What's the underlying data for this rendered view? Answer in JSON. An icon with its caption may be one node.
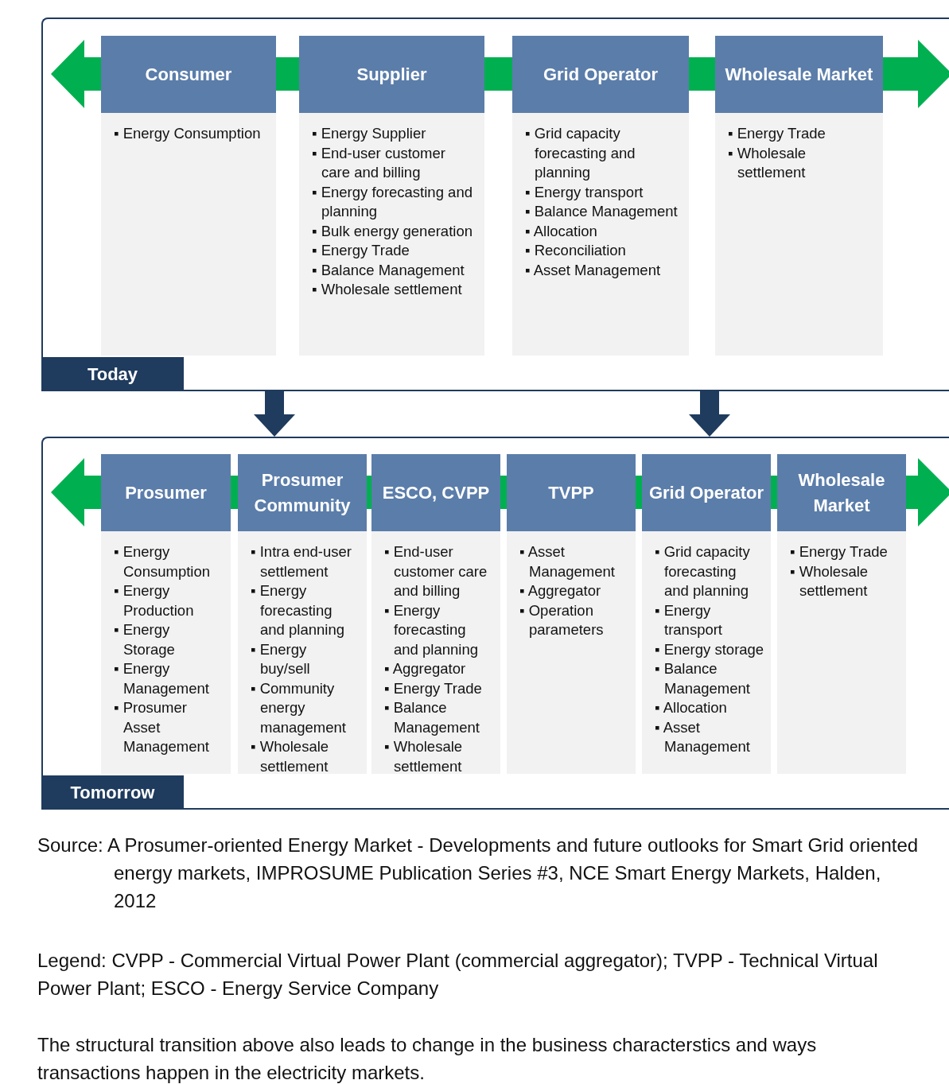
{
  "diagram": {
    "nodes": [
      {
        "text": [
          "Today"
        ]
      },
      {
        "text": [
          "Consumer",
          "▪ Energy Consumption"
        ],
        "in": 0
      },
      {
        "text": [
          "Supplier",
          "▪ Energy Supplier",
          "▪ End-user customer care and billing",
          "▪ Energy forecasting and planning",
          "▪ Bulk energy generation",
          "▪ Energy Trade",
          "▪ Balance Management",
          "▪ Wholesale settlement"
        ],
        "in": 0
      },
      {
        "text": [
          "Grid Operator",
          "▪ Grid capacity forecasting and planning",
          "▪ Energy transport",
          "▪ Balance Management",
          "▪ Allocation",
          "▪ Reconciliation",
          "▪ Asset Management"
        ],
        "in": 0
      },
      {
        "text": [
          "Wholesale Market",
          "▪ Energy Trade",
          "▪ Wholesale settlement"
        ],
        "in": 0
      },
      {
        "text": [
          "Tomorrow"
        ]
      },
      {
        "text": [
          "Prosumer",
          "▪ Energy Consumption",
          "▪ Energy Production",
          "▪ Energy Storage",
          "▪ Energy Management",
          "▪ Prosumer Asset Management"
        ],
        "in": 5
      },
      {
        "text": [
          "Prosumer Community",
          "▪ Intra end-user settlement",
          "▪ Energy forecasting and planning",
          "▪ Energy buy/sell",
          "▪ Community energy management",
          "▪ Wholesale settlement"
        ],
        "in": 5
      },
      {
        "text": [
          "ESCO, CVPP",
          "▪ End-user customer care and billing",
          "▪ Energy forecasting and planning",
          "▪ Aggregator",
          "▪ Energy Trade",
          "▪ Balance Management",
          "▪ Wholesale settlement"
        ],
        "in": 5
      },
      {
        "text": [
          "TVPP",
          "▪ Asset Management",
          "▪ Aggregator",
          "▪ Operation parameters"
        ],
        "in": 5
      },
      {
        "text": [
          "Grid Operator",
          "▪ Grid capacity forecasting and planning",
          "▪ Energy transport",
          "▪ Energy storage",
          "▪ Balance Management",
          "▪ Allocation",
          "▪ Asset Management"
        ],
        "in": 5
      },
      {
        "text": [
          "Wholesale Market",
          "▪ Energy Trade",
          "▪ Wholesale settlement"
        ],
        "in": 5
      }
    ],
    "edges": [
      {
        "from": 0,
        "to": 5,
        "arrow": "to"
      },
      {
        "from": 0,
        "to": 5,
        "arrow": "to"
      }
    ],
    "labels": [
      "Source: A Prosumer-oriented Energy Market - Developments and future outlooks for Smart Grid oriented energy markets, IMPROSUME Publication Series #3, NCE Smart Energy Markets, Halden, 2012",
      "Legend: CVPP - Commercial Virtual Power Plant (commercial aggregator); TVPP - Technical Virtual Power Plant; ESCO - Energy Service Company",
      "The structural transition above also leads to change in the business characterstics and ways transactions happen in the electricity markets."
    ]
  }
}
